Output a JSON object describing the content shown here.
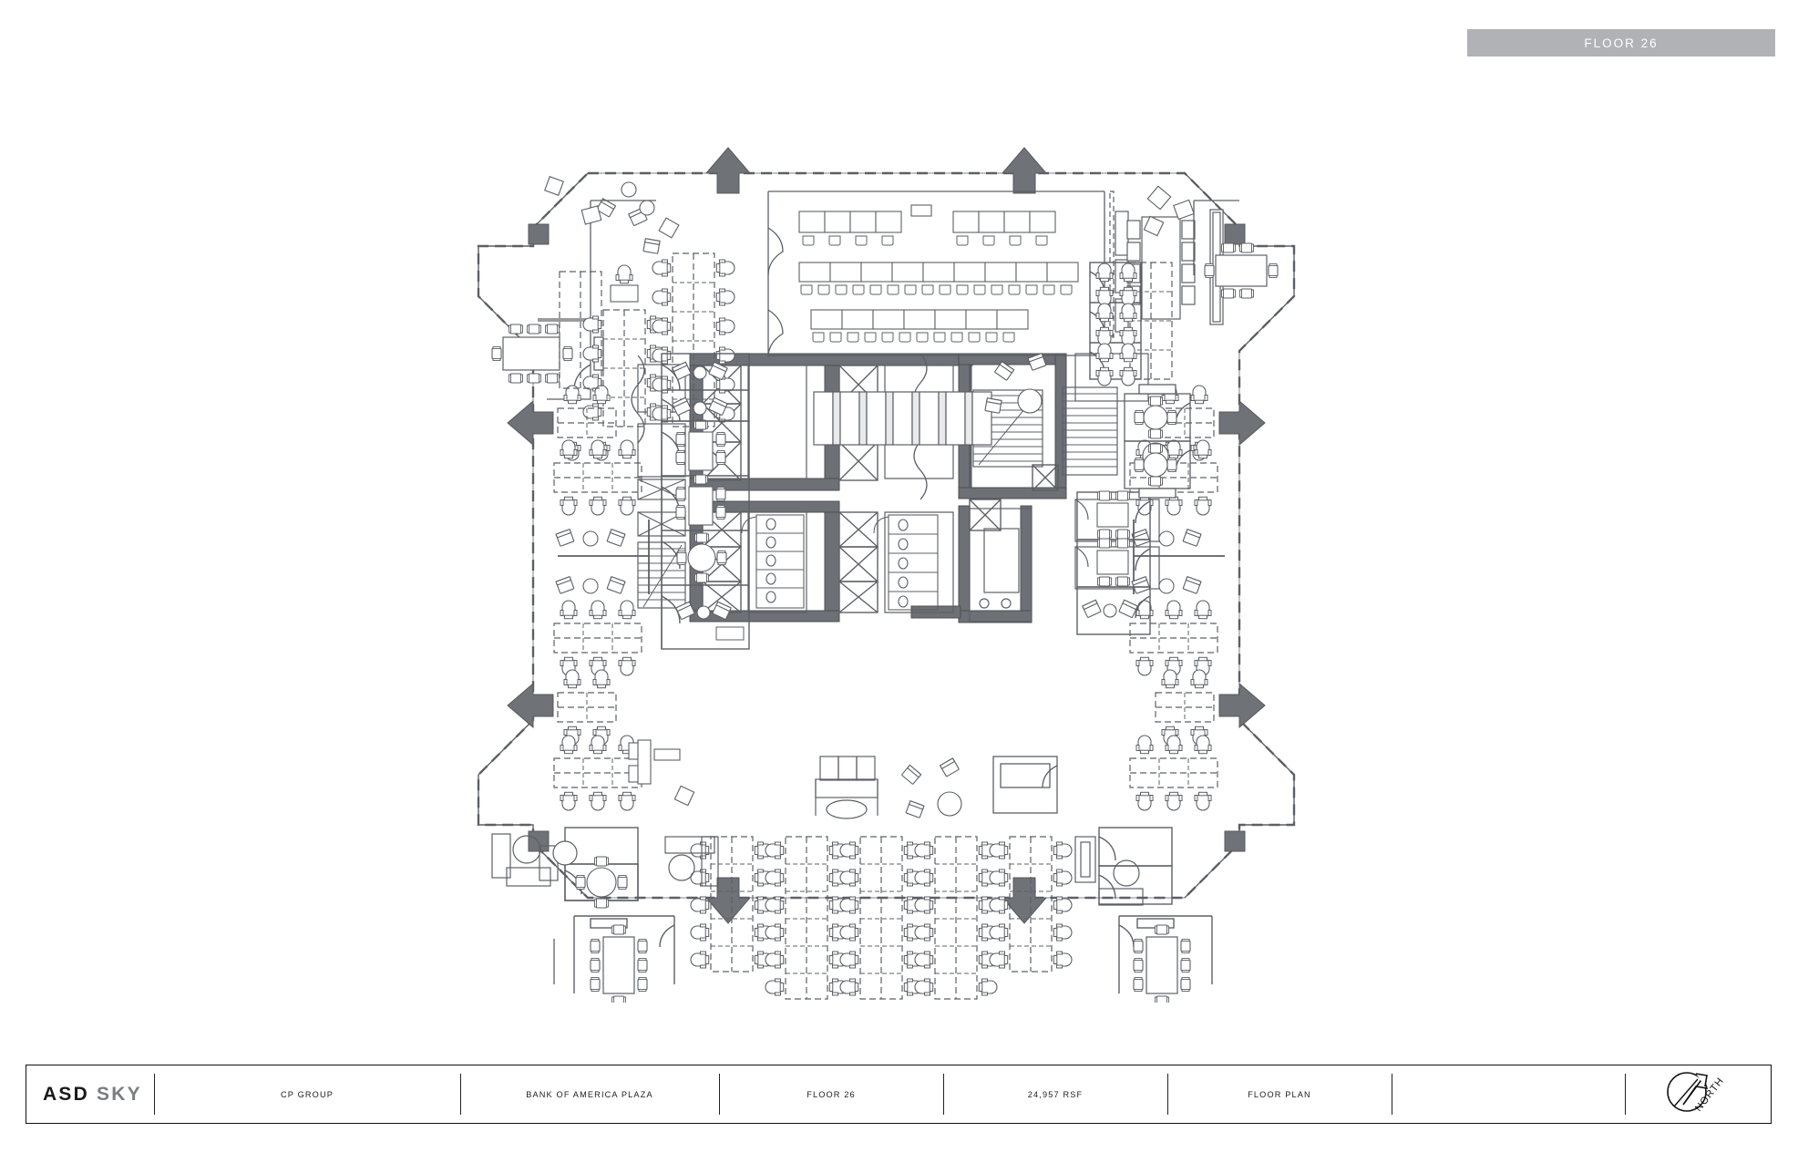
{
  "header": {
    "floor_tag_label": "FLOOR 26",
    "floor_tag_bg": "#b0b2b6",
    "floor_tag_text_color": "#ffffff"
  },
  "title_block": {
    "logo_primary": "ASD",
    "logo_secondary": "SKY",
    "client": "CP GROUP",
    "project": "BANK OF AMERICA PLAZA",
    "floor": "FLOOR 26",
    "area": "24,957 RSF",
    "sheet_title": "FLOOR PLAN",
    "north_label": "NORTH"
  },
  "drawing": {
    "type": "architectural-floor-plan",
    "description": "Office floor plan, octagonal high-rise floor plate with central service core",
    "line_color": "#5c6066",
    "core_fill": "#6d7075",
    "marker_fill": "#6f7276",
    "background": "#ffffff",
    "zones": [
      {
        "name": "north-training-room",
        "label": "training / classroom seating"
      },
      {
        "name": "north-conference-room",
        "label": "conference table 10 seat"
      },
      {
        "name": "northwest-corner-lounge",
        "label": "lounge seating"
      },
      {
        "name": "northwest-conference-room",
        "label": "conference table 8 seat"
      },
      {
        "name": "west-open-workstations",
        "label": "benching workstations"
      },
      {
        "name": "east-open-workstations",
        "label": "benching workstations"
      },
      {
        "name": "south-open-workstations",
        "label": "benching workstations"
      },
      {
        "name": "central-core",
        "label": "elevators, stairs, restrooms, mechanical"
      },
      {
        "name": "southwest-conference-room",
        "label": "conference table 8 seat"
      },
      {
        "name": "southeast-conference-room",
        "label": "conference table 8 seat"
      },
      {
        "name": "perimeter-offices",
        "label": "private offices"
      }
    ]
  }
}
